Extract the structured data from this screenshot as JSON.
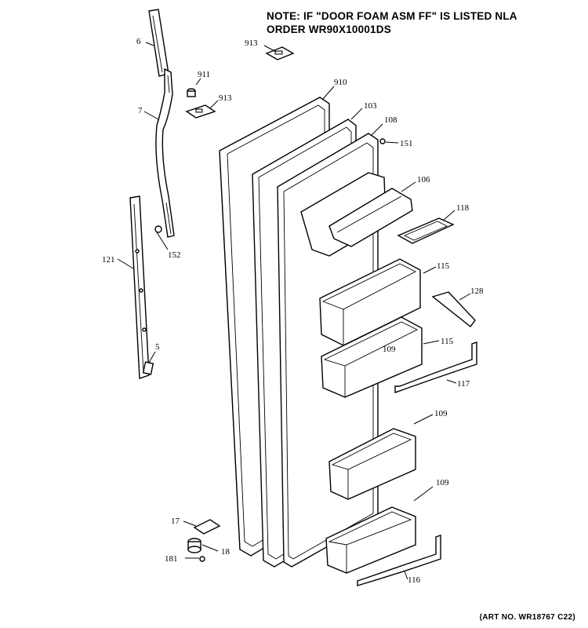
{
  "note": {
    "line1": "NOTE: IF \"DOOR FOAM ASM FF\" IS LISTED NLA",
    "line2": "ORDER WR90X10001DS"
  },
  "art_number": "(ART NO. WR18767 C22)",
  "callouts": {
    "c6": "6",
    "c7": "7",
    "c121": "121",
    "c152": "152",
    "c5": "5",
    "c911": "911",
    "c913a": "913",
    "c913b": "913",
    "c910": "910",
    "c103": "103",
    "c108": "108",
    "c151": "151",
    "c106": "106",
    "c118": "118",
    "c115a": "115",
    "c128": "128",
    "c109a": "109",
    "c115b": "115",
    "c117": "117",
    "c109b": "109",
    "c109c": "109",
    "c17": "17",
    "c18": "18",
    "c181": "181",
    "c116": "116"
  }
}
